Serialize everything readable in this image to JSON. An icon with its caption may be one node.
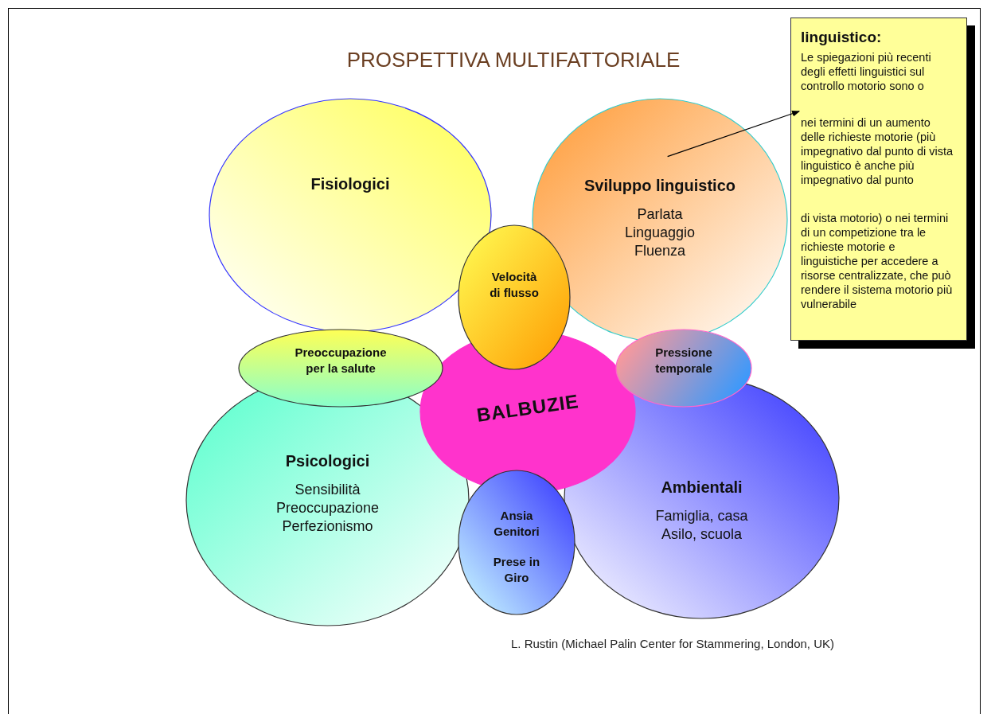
{
  "diagram": {
    "title": "PROSPETTIVA MULTIFATTORIALE",
    "nodes": [
      {
        "text": [
          "Fisiologici"
        ]
      },
      {
        "text": [
          "Sviluppo linguistico",
          "Parlata Linguaggio Fluenza"
        ]
      },
      {
        "text": [
          "Velocità di flusso"
        ]
      },
      {
        "text": [
          "Preoccupazione per la salute"
        ]
      },
      {
        "text": [
          "BALBUZIE"
        ]
      },
      {
        "text": [
          "Pressione temporale"
        ]
      },
      {
        "text": [
          "Psicologici",
          "Sensibilità Preoccupazione Perfezionismo"
        ]
      },
      {
        "text": [
          "Ambientali",
          "Famiglia, casa Asilo, scuola"
        ]
      },
      {
        "text": [
          "Ansia Genitori",
          "Prese in Giro"
        ]
      },
      {
        "text": [
          "linguistico:",
          "Le spiegazioni più recenti degli effetti linguistici sul controllo motorio sono o",
          "nei termini di un aumento delle richieste motorie (più impegnativo dal punto di vista linguistico è anche più impegnativo dal punto",
          "di vista motorio) o nei termini di un competizione tra le richieste motorie e linguistiche per accedere a risorse centralizzate, che può rendere il sistema motorio più vulnerabile"
        ]
      }
    ],
    "edges": [
      {
        "from": 1,
        "to": 9,
        "arrow": "to"
      }
    ],
    "labels": [
      "L. Rustin (Michael Palin Center for Stammering, London, UK)"
    ]
  }
}
